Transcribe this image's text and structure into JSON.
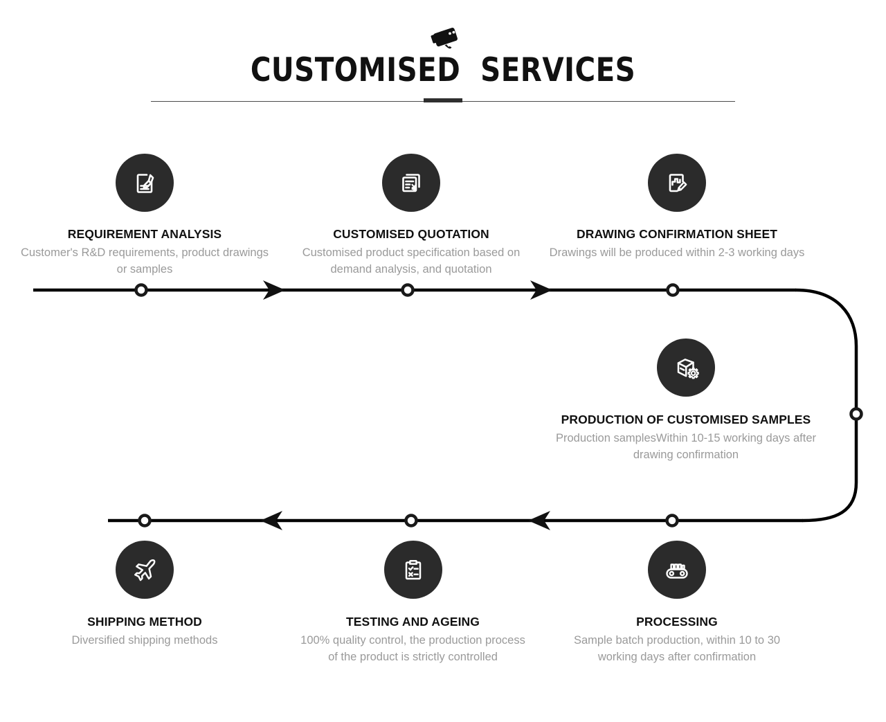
{
  "header": {
    "icon": "cctv-camera-icon",
    "title": "CUSTOMISED  SERVICES"
  },
  "theme": {
    "background": "#ffffff",
    "circle_fill": "#2b2b2b",
    "title_color": "#111111",
    "step_title_color": "#111111",
    "step_desc_color": "#9a9a9a",
    "line_color": "#000000"
  },
  "flow": {
    "direction_top_row": "left-to-right",
    "direction_bottom_row": "right-to-left",
    "node_marker": "ring",
    "connector": "u-turn-right-side"
  },
  "steps": [
    {
      "id": 1,
      "icon": "document-edit-icon",
      "title": "REQUIREMENT ANALYSIS",
      "desc": "Customer's R&D requirements, product drawings or samples"
    },
    {
      "id": 2,
      "icon": "invoice-yen-icon",
      "title": "CUSTOMISED QUOTATION",
      "desc": "Customised product specification based on demand analysis, and quotation"
    },
    {
      "id": 3,
      "icon": "blueprint-pencil-icon",
      "title": "DRAWING CONFIRMATION SHEET",
      "desc": "Drawings will be produced within 2-3 working days"
    },
    {
      "id": 4,
      "icon": "box-gear-icon",
      "title": "PRODUCTION OF CUSTOMISED SAMPLES",
      "desc": "Production samplesWithin 10-15 working days after drawing confirmation"
    },
    {
      "id": 5,
      "icon": "conveyor-belt-icon",
      "title": "PROCESSING",
      "desc": "Sample batch production, within 10 to 30 working days after confirmation"
    },
    {
      "id": 6,
      "icon": "clipboard-checklist-icon",
      "title": "TESTING AND AGEING",
      "desc": "100% quality control, the production process of the product is strictly controlled"
    },
    {
      "id": 7,
      "icon": "airplane-icon",
      "title": "SHIPPING METHOD",
      "desc": "Diversified shipping methods"
    }
  ]
}
